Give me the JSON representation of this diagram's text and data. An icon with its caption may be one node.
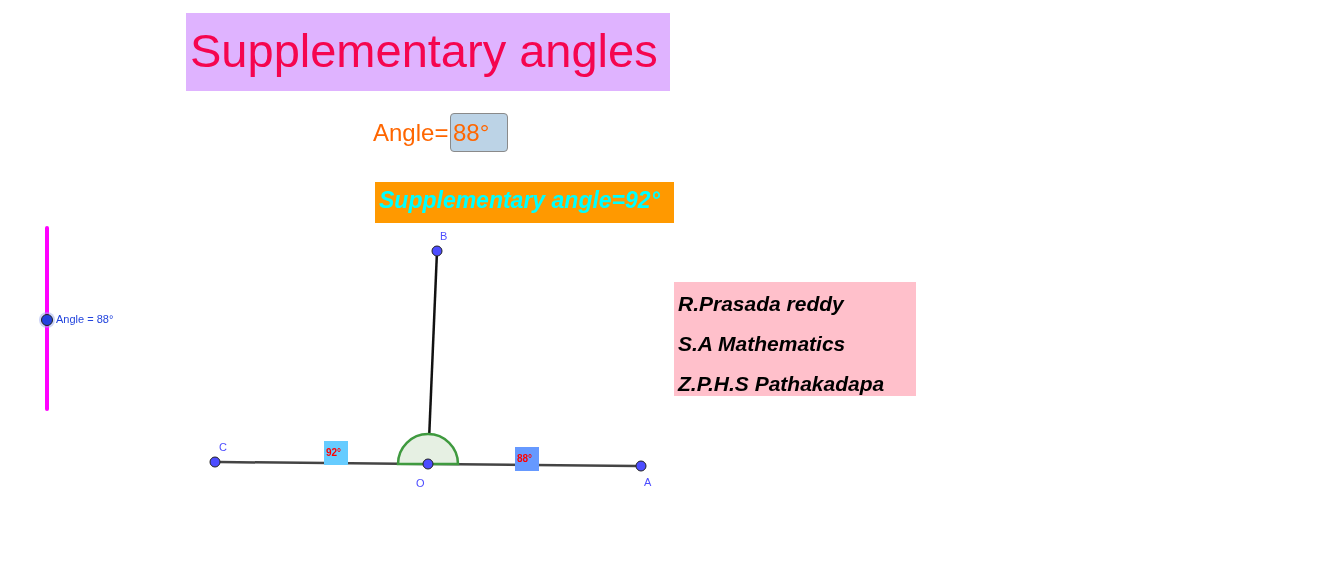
{
  "diagram": {
    "title": "Supplementary angles",
    "nodes": [
      {
        "text": [
          "Supplementary angle=92°"
        ]
      },
      {
        "text": [],
        "shape": "circle",
        "beside": [
          "B"
        ]
      },
      {
        "text": [
          "R.Prasada reddy",
          "S.A Mathematics",
          "Z.P.H.S Pathakadapa"
        ]
      },
      {
        "text": [],
        "shape": "circle",
        "beside": [
          "C"
        ]
      },
      {
        "text": [],
        "shape": "circle",
        "beside": [
          "O"
        ]
      },
      {
        "text": [],
        "shape": "circle",
        "beside": [
          "A"
        ]
      }
    ],
    "edges": [
      {
        "from": 3,
        "to": 4,
        "arrow": "none"
      },
      {
        "from": 4,
        "to": 5,
        "arrow": "none"
      },
      {
        "from": 4,
        "to": 1,
        "arrow": "none",
        "color": "#111111"
      }
    ],
    "labels": [
      "Angle=",
      "88°",
      "Angle = 88°",
      "92°",
      "88°"
    ]
  }
}
